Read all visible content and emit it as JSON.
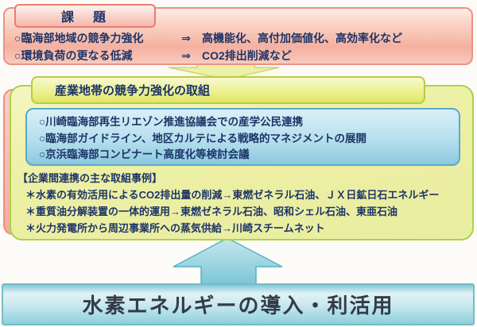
{
  "colors": {
    "pink_border": "#ee9184",
    "green_border": "#a9d24d",
    "blue_border": "#58a9cd",
    "teal_arrow": "#55b2c8",
    "navy_text": "#1d3467",
    "banner_text": "#333b49"
  },
  "issue_panel": {
    "title": "課　題",
    "items": [
      {
        "label": "○臨海部地域の競争力強化",
        "arrow": "⇒",
        "result": "高機能化、高付加価値化、高効率化など"
      },
      {
        "label": "○環境負荷の更なる低減",
        "arrow": "⇒",
        "result": "CO2排出削減など"
      }
    ]
  },
  "initiatives_panel": {
    "title": "産業地帯の競争力強化の取組",
    "council_items": [
      "○川崎臨海部再生リエゾン推進協議会での産学公民連携",
      "○臨海部ガイドライン、地区カルテによる戦略的マネジメントの展開",
      "○京浜臨海部コンビナート高度化等検討会議"
    ],
    "cases_heading": "【企業間連携の主な取組事例】",
    "cases": [
      "＊水素の有効活用によるCO2排出量の削減→東燃ゼネラル石油、ＪＸ日鉱日石エネルギー",
      "＊重質油分解装置の一体的運用→東燃ゼネラル石油、昭和シェル石油、東亜石油",
      "＊火力発電所から周辺事業所への蒸気供給→川崎スチームネット"
    ]
  },
  "footer_banner": {
    "label": "水素エネルギーの導入・利活用"
  }
}
